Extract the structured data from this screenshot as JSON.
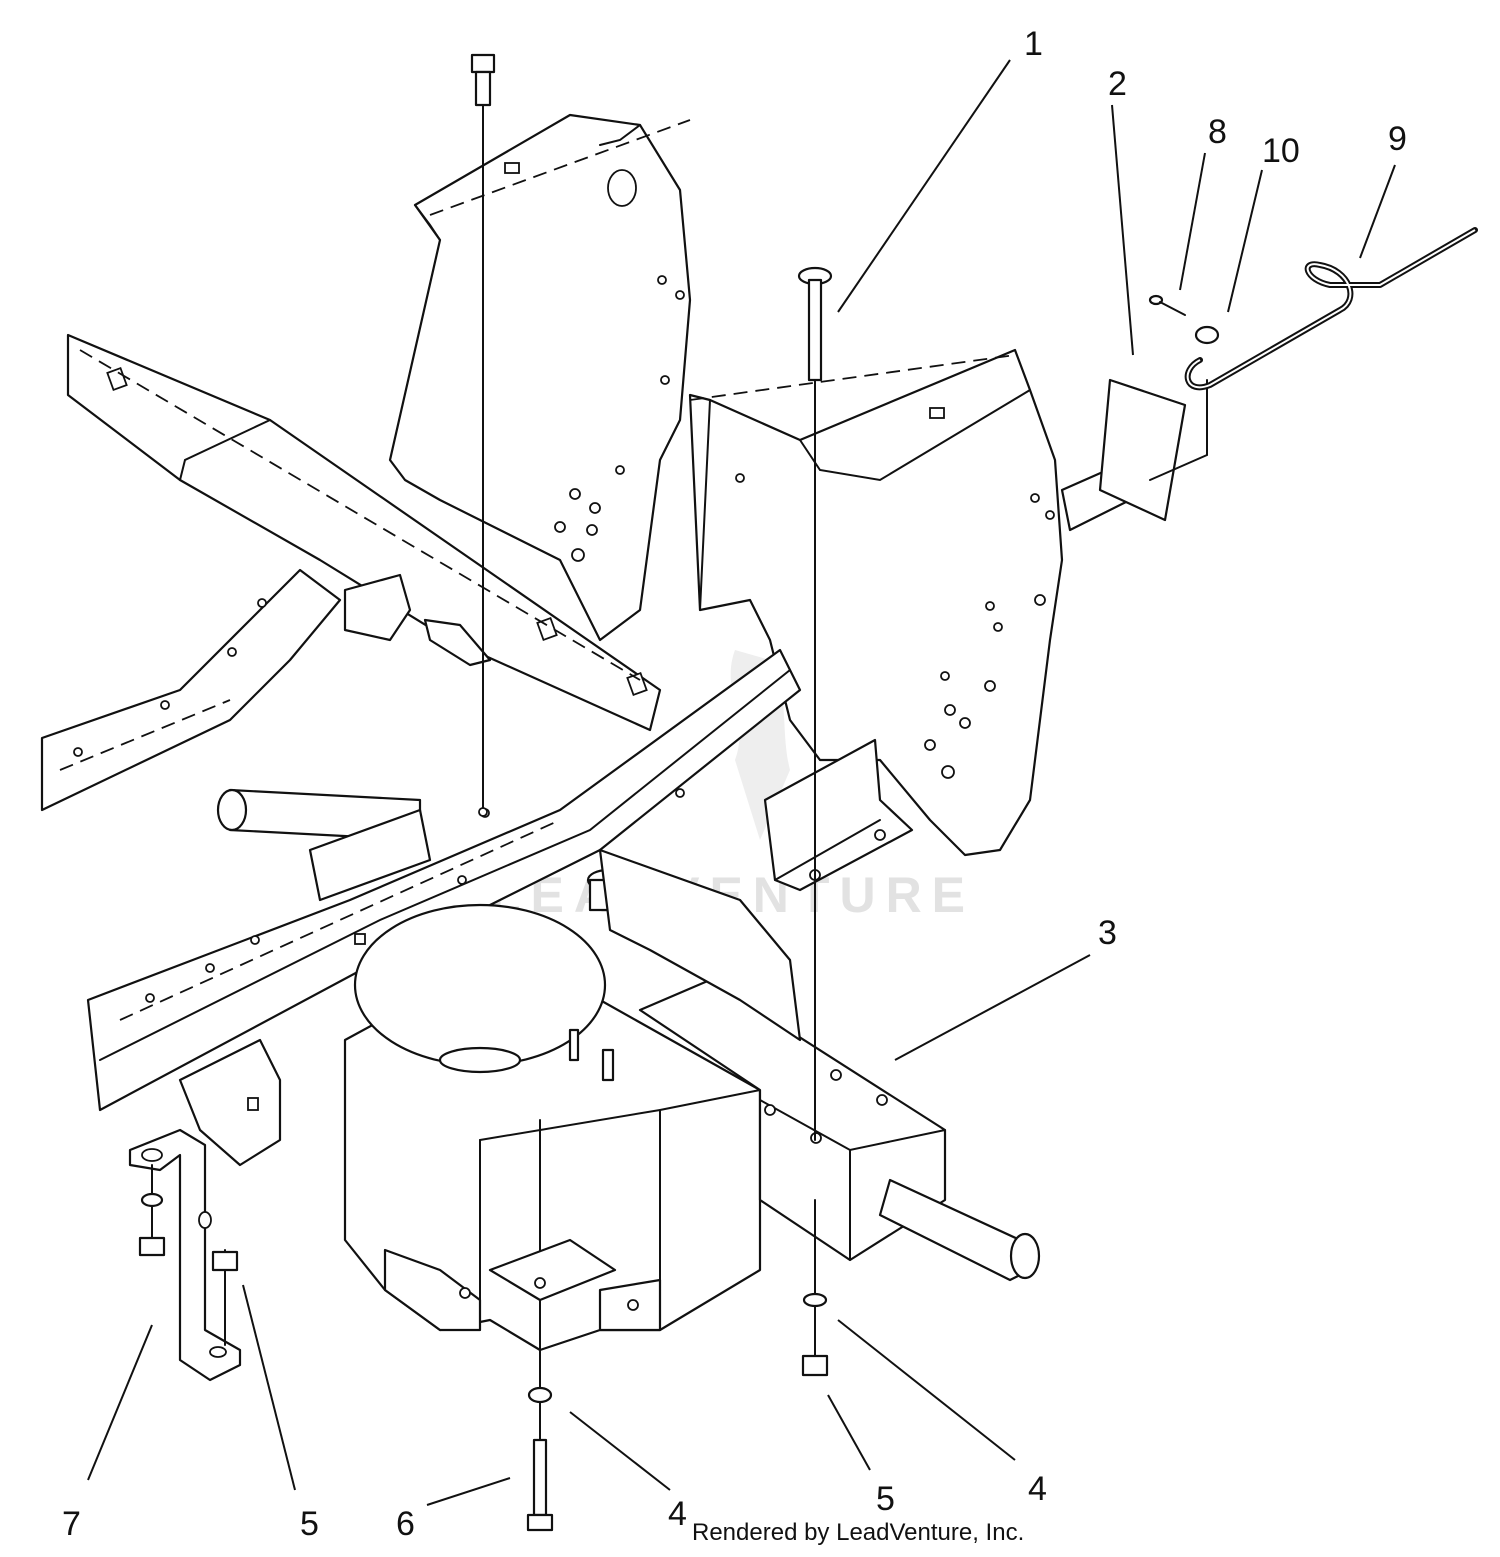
{
  "diagram": {
    "callouts": [
      {
        "id": "1",
        "label": "1"
      },
      {
        "id": "2",
        "label": "2"
      },
      {
        "id": "8",
        "label": "8"
      },
      {
        "id": "10",
        "label": "10"
      },
      {
        "id": "9",
        "label": "9"
      },
      {
        "id": "3",
        "label": "3"
      },
      {
        "id": "7",
        "label": "7"
      },
      {
        "id": "5a",
        "label": "5"
      },
      {
        "id": "6",
        "label": "6"
      },
      {
        "id": "4a",
        "label": "4"
      },
      {
        "id": "5b",
        "label": "5"
      },
      {
        "id": "4b",
        "label": "4"
      }
    ],
    "watermark": "LEADVENTURE",
    "credit": "Rendered by LeadVenture, Inc."
  },
  "colors": {
    "ink": "#111111",
    "paper": "#ffffff",
    "watermark": "#e2e2e2"
  }
}
